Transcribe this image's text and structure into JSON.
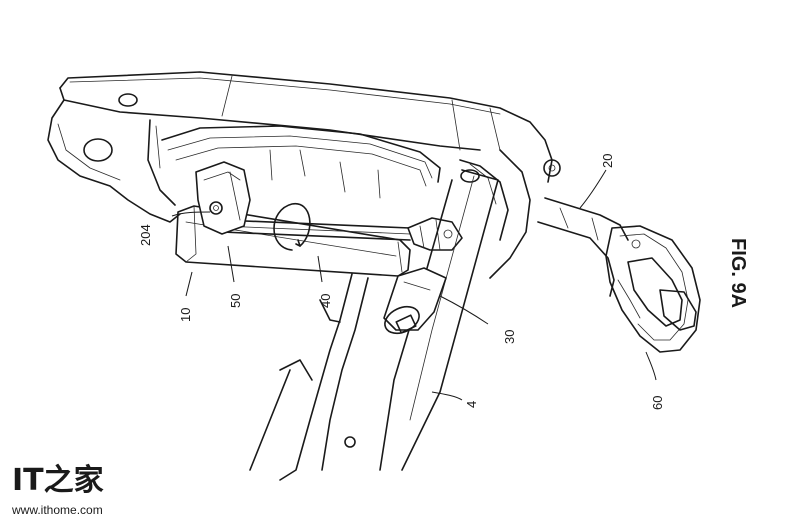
{
  "figure": {
    "title": "FIG. 9A",
    "labels": {
      "part_204": "204",
      "part_10": "10",
      "part_50": "50",
      "part_40": "40",
      "part_30": "30",
      "part_4": "4",
      "part_20": "20",
      "part_60": "60"
    }
  },
  "watermark": {
    "logo_text": "IT之家",
    "url": "www.ithome.com"
  }
}
